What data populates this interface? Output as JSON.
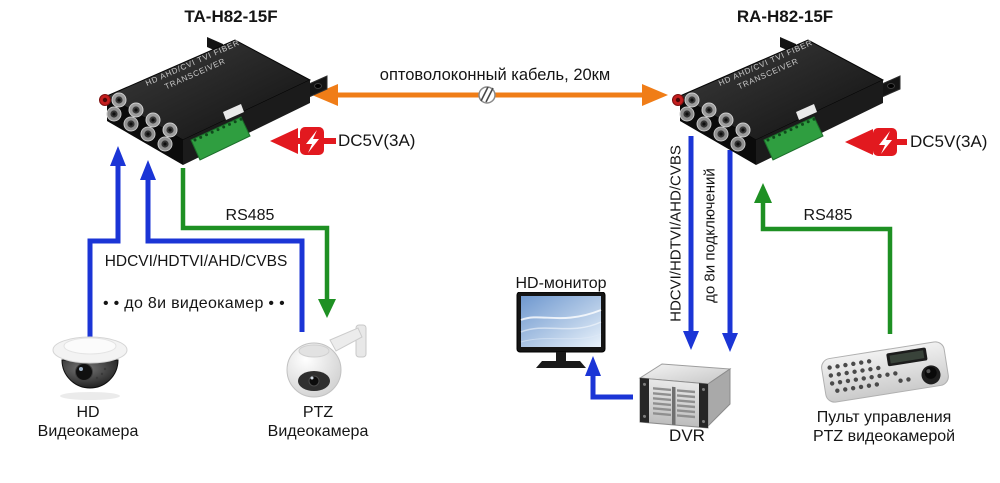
{
  "colors": {
    "blue": "#1B35D6",
    "green": "#1E9023",
    "orange": "#F07D17",
    "red": "#E2191F"
  },
  "devices": {
    "left": {
      "title": "TA-H82-15F"
    },
    "right": {
      "title": "RA-H82-15F"
    },
    "top_label_line1": "HD AHD/CVI TVI  FIBER",
    "top_label_line2": "TRANSCEIVER"
  },
  "links": {
    "fiber_label": "оптоволоконный кабель, 20км",
    "power_label_left": "DC5V(3A)",
    "power_label_right": "DC5V(3A)",
    "rs485_left": "RS485",
    "rs485_right": "RS485",
    "video_bus_left": "HDCVI/HDTVI/AHD/CVBS",
    "cameras_note": "• •  до 8и видеокамер  • •",
    "video_bus_right_vertical": "HDCVI/HDTVI/AHD/CVBS",
    "connections_note_vertical": "до 8и подключений"
  },
  "equipment": {
    "hd_camera_line1": "HD",
    "hd_camera_line2": "Видеокамера",
    "ptz_camera_line1": "PTZ",
    "ptz_camera_line2": "Видеокамера",
    "monitor_label": "HD-монитор",
    "dvr_label": "DVR",
    "keyboard_line1": "Пульт управления",
    "keyboard_line2": "PTZ видеокамерой"
  }
}
